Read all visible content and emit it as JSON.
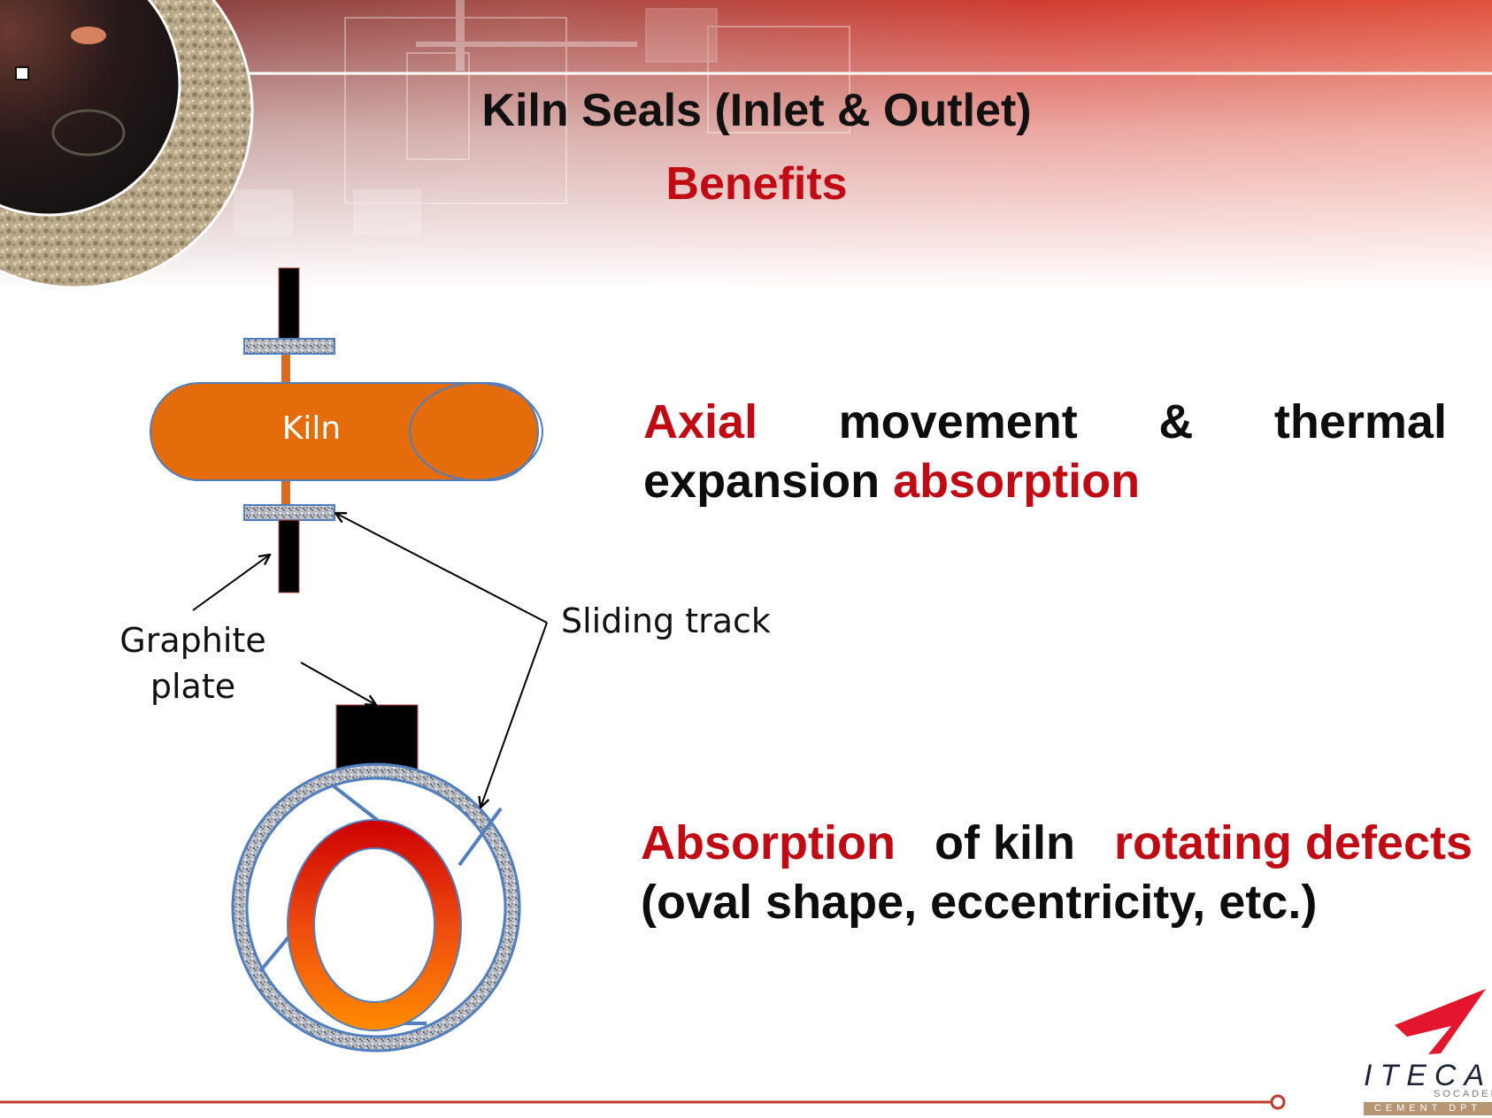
{
  "slide": {
    "title": "Kiln Seals (Inlet & Outlet)",
    "subtitle": "Benefits"
  },
  "diagram": {
    "kiln_label": "Kiln",
    "graphite_label_line1": "Graphite",
    "graphite_label_line2": "plate",
    "sliding_label": "Sliding track"
  },
  "bullets": {
    "b1": {
      "w1": "Axial",
      "w2": "movement",
      "w3": "&",
      "w4": "thermal",
      "line2_part1": "expansion",
      "line2_part2": "absorption"
    },
    "b2": {
      "w1": "Absorption",
      "w2": "of kiln",
      "w3": "rotating defects",
      "line2": "(oval shape, eccentricity, etc.)"
    }
  },
  "logo": {
    "name": "ITECA",
    "sub": "SOCADEI",
    "band": "CEMENT DPT"
  },
  "colors": {
    "accent_red": "#c00a14",
    "kiln_orange": "#e46c0a",
    "header_red": "#d2322a"
  }
}
